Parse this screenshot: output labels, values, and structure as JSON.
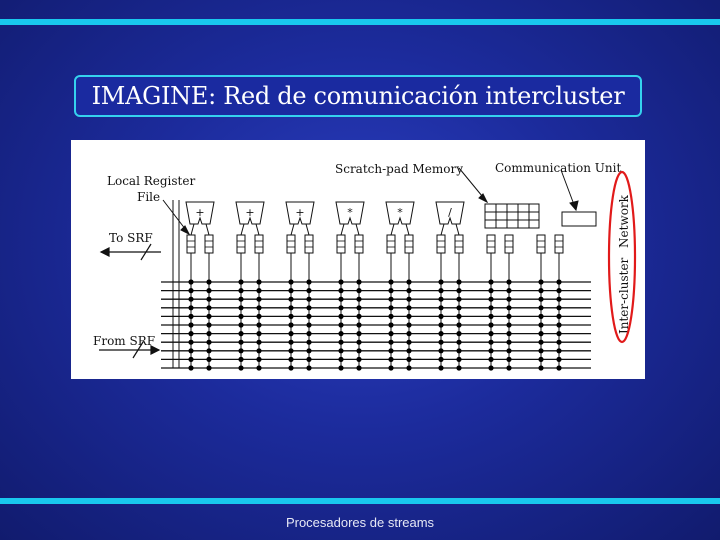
{
  "slide": {
    "title": "IMAGINE: Red de comunicación intercluster",
    "footer": "Procesadores de streams"
  },
  "diagram": {
    "labels": {
      "local_register_file_1": "Local Register",
      "local_register_file_2": "File",
      "to_srf": "To SRF",
      "from_srf": "From SRF",
      "scratch_pad_memory": "Scratch-pad Memory",
      "communication_unit": "Communication Unit",
      "inter_cluster_network_1": "Inter-cluster",
      "inter_cluster_network_2": "Network"
    },
    "alu_ops": [
      "+",
      "+",
      "+",
      "*",
      "*",
      "/"
    ],
    "colors": {
      "highlight_ellipse": "#e11a1a"
    }
  }
}
